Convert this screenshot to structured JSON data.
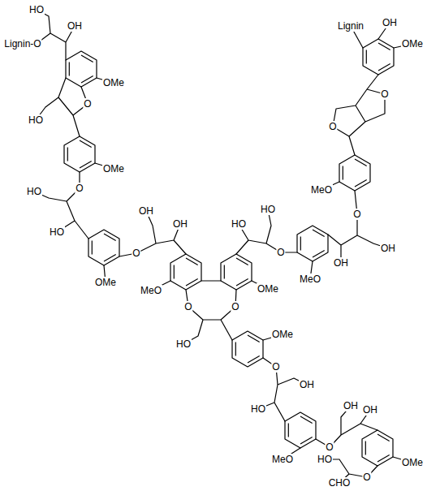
{
  "diagram": {
    "labels": [
      "HO",
      "OH",
      "Lignin-O",
      "OMe",
      "O",
      "HO",
      "OMe",
      "O",
      "HO",
      "HO",
      "O",
      "OMe",
      "OH",
      "OH",
      "MeO",
      "O",
      "O",
      "HO",
      "OMe",
      "HO",
      "HO",
      "O",
      "MeO",
      "OH",
      "OH",
      "O",
      "MeO",
      "O",
      "O",
      "Lignin",
      "OH",
      "OMe",
      "OMe",
      "O",
      "OH",
      "HO",
      "MeO",
      "O",
      "OH",
      "OH",
      "OMe",
      "O",
      "HO",
      "CHO"
    ]
  }
}
